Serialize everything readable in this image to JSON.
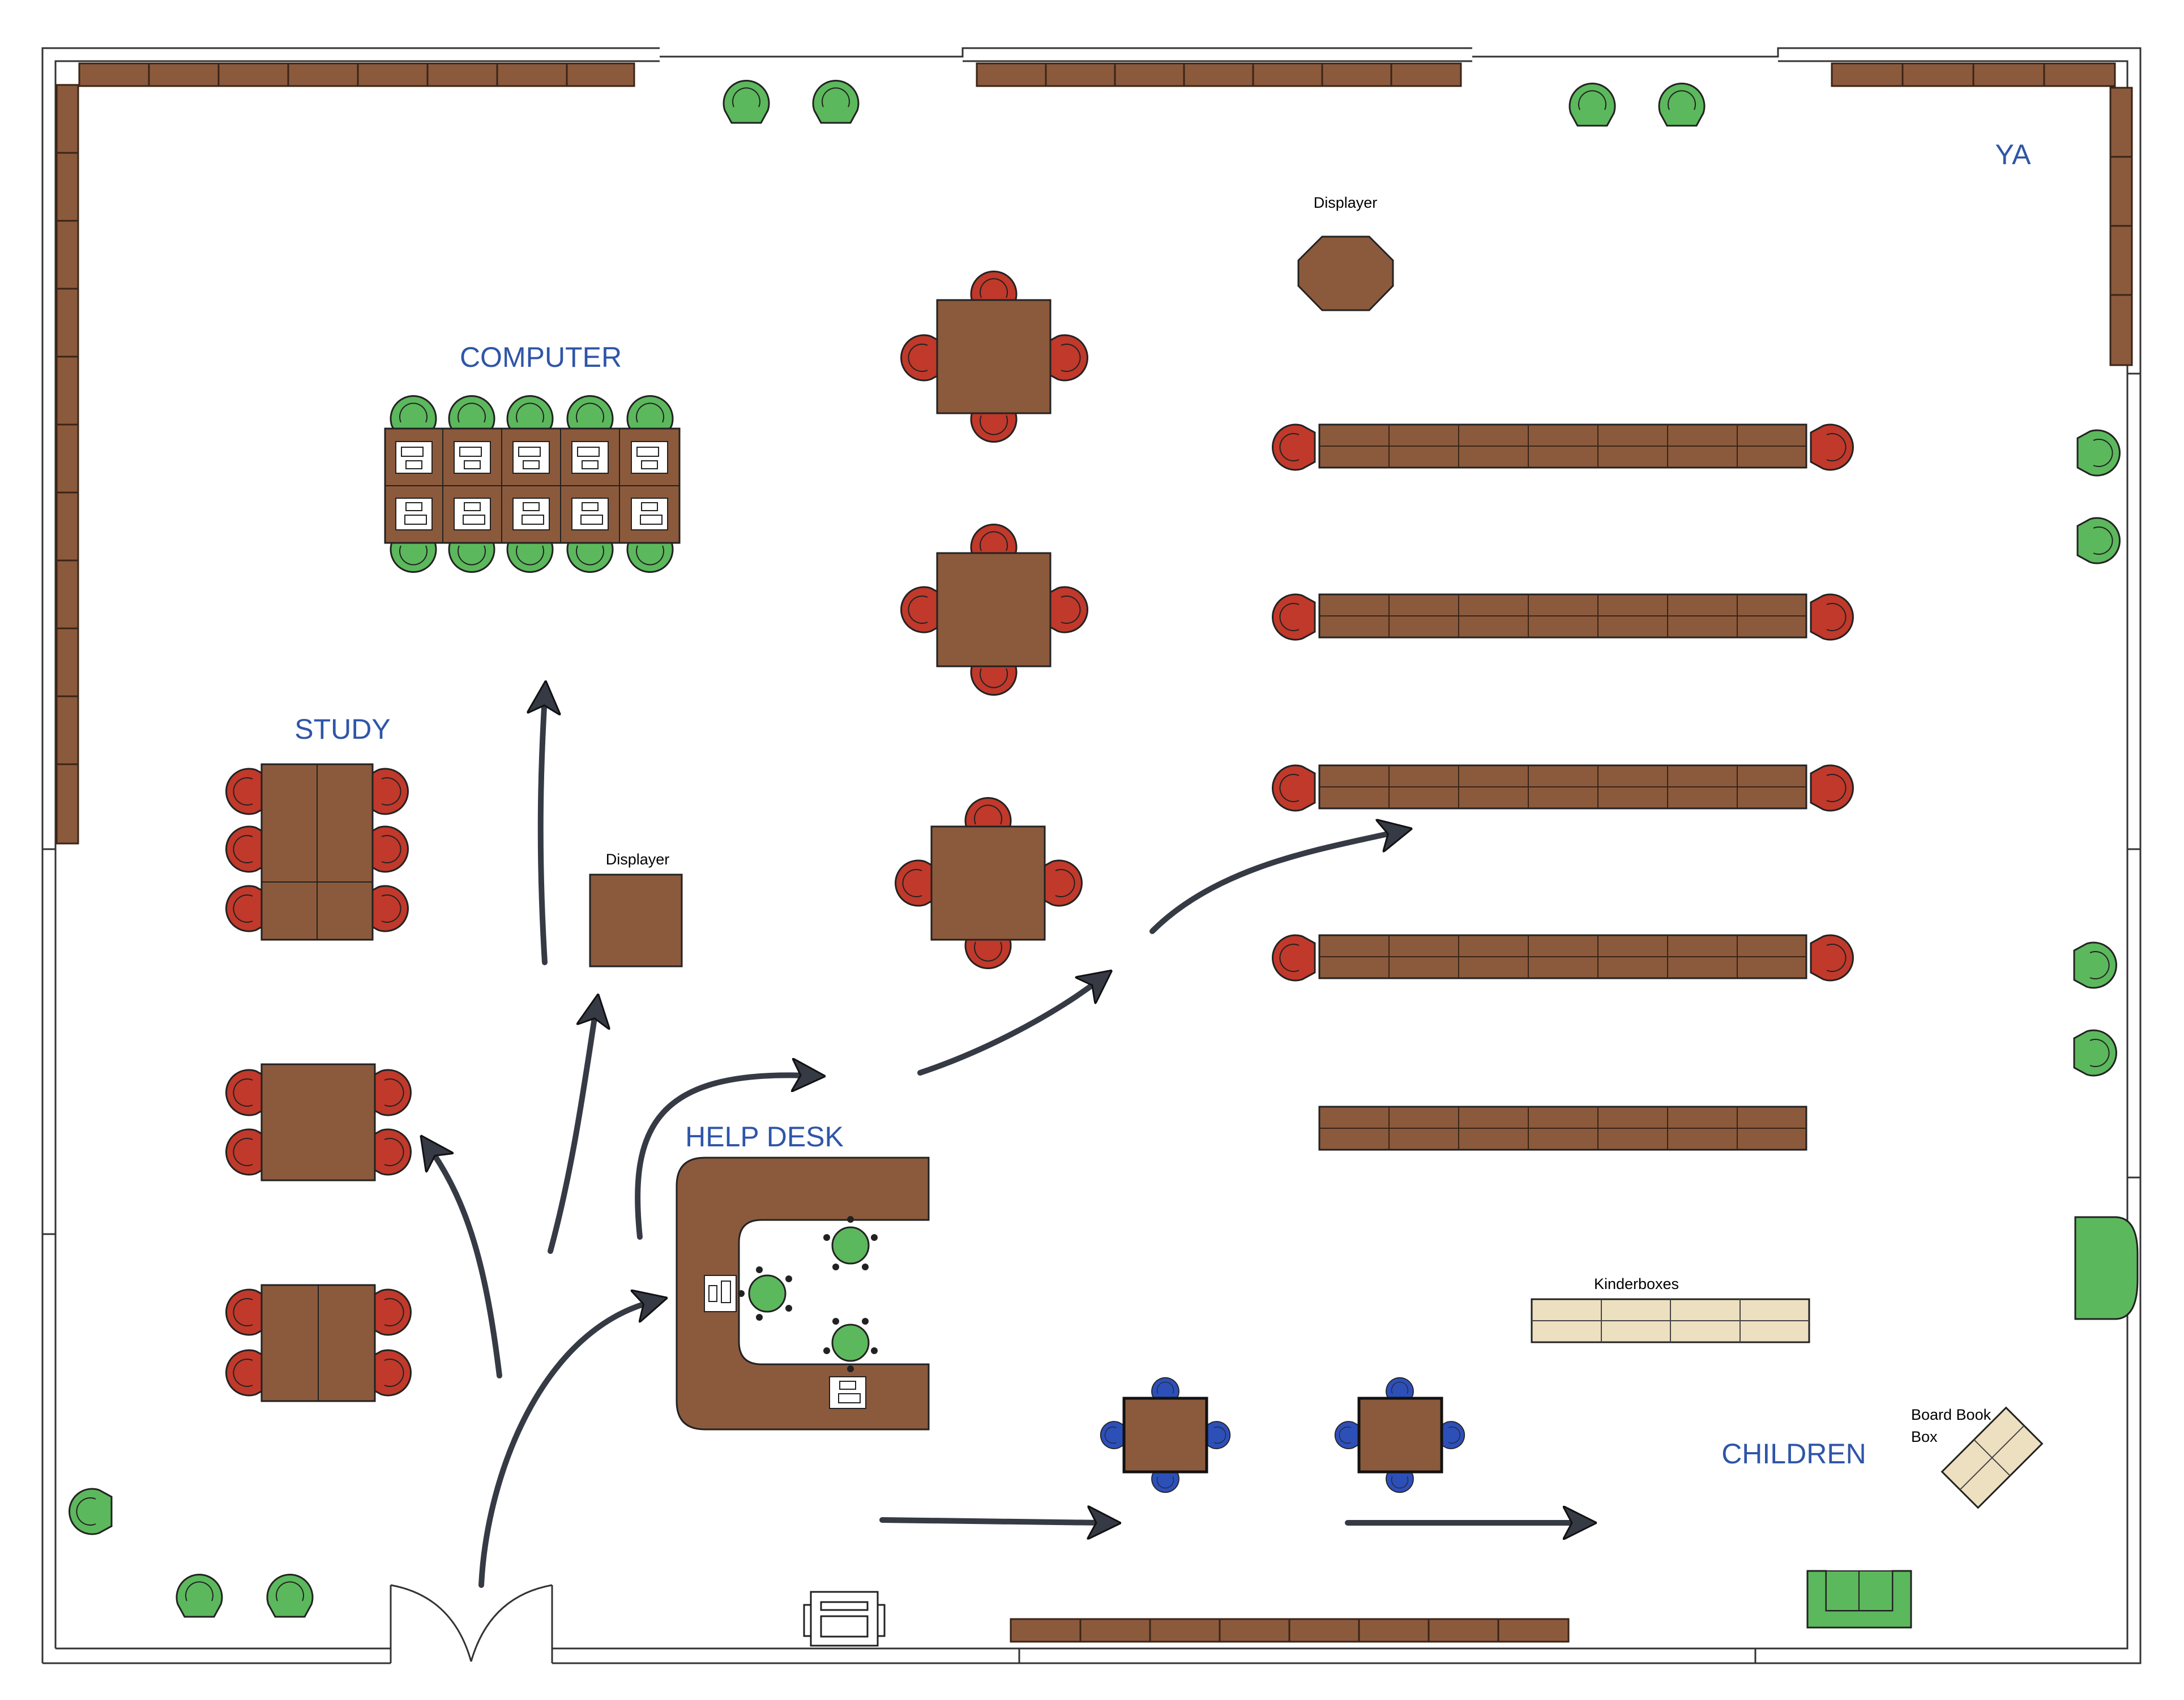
{
  "zones": {
    "computer": "COMPUTER",
    "study": "STUDY",
    "help_desk": "HELP DESK",
    "ya": "YA",
    "children": "CHILDREN"
  },
  "furniture_labels": {
    "displayer_top": "Displayer",
    "displayer_mid": "Displayer",
    "kinderboxes": "Kinderboxes",
    "board_book_box_line1": "Board Book",
    "board_book_box_line2": "Box"
  },
  "colors": {
    "shelf": "#8b5a3c",
    "table": "#8b5a3c",
    "green_chair": "#5cb85c",
    "red_chair": "#c0392b",
    "blue_chair": "#2d4fb8",
    "kinderbox": "#ede0c0",
    "arrow": "#353a44",
    "label": "#2e55a8"
  },
  "icons": {
    "copier": "copier-icon"
  }
}
